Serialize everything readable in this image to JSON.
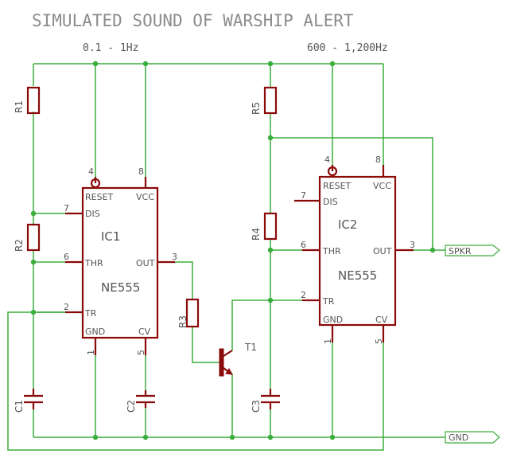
{
  "title": "SIMULATED SOUND OF WARSHIP ALERT",
  "freq_ic1": "0.1 - 1Hz",
  "freq_ic2": "600 - 1,200Hz",
  "ic1": {
    "label": "IC1",
    "part": "NE555",
    "pins": {
      "reset": "RESET",
      "vcc": "VCC",
      "dis": "DIS",
      "thr": "THR",
      "out": "OUT",
      "tr": "TR",
      "gnd": "GND",
      "cv": "CV"
    },
    "pin_numbers": {
      "reset": "4",
      "vcc": "8",
      "dis": "7",
      "thr": "6",
      "out": "3",
      "tr": "2",
      "gnd": "1",
      "cv": "5"
    }
  },
  "ic2": {
    "label": "IC2",
    "part": "NE555",
    "pins": {
      "reset": "RESET",
      "vcc": "VCC",
      "dis": "DIS",
      "thr": "THR",
      "out": "OUT",
      "tr": "TR",
      "gnd": "GND",
      "cv": "CV"
    },
    "pin_numbers": {
      "reset": "4",
      "vcc": "8",
      "dis": "7",
      "thr": "6",
      "out": "3",
      "tr": "2",
      "gnd": "1",
      "cv": "5"
    }
  },
  "components": {
    "r1": "R1",
    "r2": "R2",
    "r3": "R3",
    "r4": "R4",
    "r5": "R5",
    "c1": "C1",
    "c2": "C2",
    "c3": "C3",
    "t1": "T1"
  },
  "ports": {
    "spkr": "SPKR",
    "gnd": "GND"
  },
  "colors": {
    "wire": "#3cae3c",
    "component": "#8a0a0a",
    "text": "#555555",
    "title": "#8c8c8c"
  }
}
